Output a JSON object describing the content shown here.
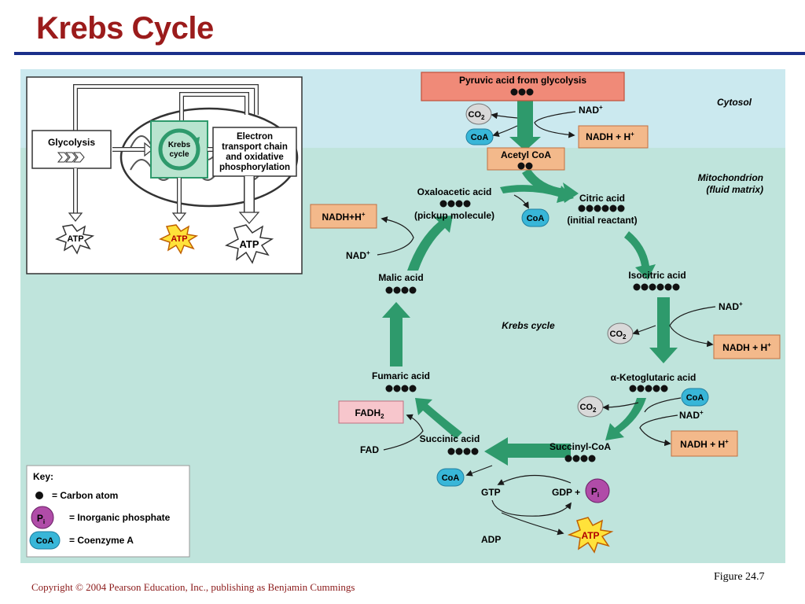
{
  "title": "Krebs Cycle",
  "footer": "Copyright © 2004 Pearson Education, Inc., publishing as Benjamin Cummings",
  "figure_label": "Figure 24.7",
  "regions": {
    "cytosol": "Cytosol",
    "mitochondrion": "Mitochondrion",
    "fluid_matrix": "(fluid matrix)"
  },
  "center_label": "Krebs cycle",
  "overview": {
    "glycolysis": "Glycolysis",
    "krebs_line1": "Krebs",
    "krebs_line2": "cycle",
    "etc_line1": "Electron",
    "etc_line2": "transport chain",
    "etc_line3": "and oxidative",
    "etc_line4": "phosphorylation",
    "atp": "ATP"
  },
  "molecules": {
    "pyruvic": "Pyruvic acid from glycolysis",
    "acetyl": "Acetyl CoA",
    "oxalo_line1": "Oxaloacetic acid",
    "oxalo_line2": "(pickup molecule)",
    "citric_line1": "Citric acid",
    "citric_line2": "(initial reactant)",
    "isocitric": "Isocitric acid",
    "ketoglutaric": "α-Ketoglutaric acid",
    "succinyl": "Succinyl-CoA",
    "succinic": "Succinic acid",
    "fumaric": "Fumaric acid",
    "malic": "Malic acid"
  },
  "cofactors": {
    "co2": "CO",
    "co2_sub": "2",
    "coa": "CoA",
    "nad": "NAD",
    "nad_sup": "+",
    "nadh": "NADH + H",
    "nadh_sup": "+",
    "nadh_compact": "NADH+H",
    "fad": "FAD",
    "fadh": "FADH",
    "fadh_sub": "2",
    "gtp": "GTP",
    "gdp": "GDP +",
    "adp": "ADP",
    "atp": "ATP",
    "pi": "P",
    "pi_sub": "i"
  },
  "key": {
    "title": "Key:",
    "carbon": "= Carbon atom",
    "phosphate": "= Inorganic phosphate",
    "coenzyme": "= Coenzyme A"
  },
  "colors": {
    "title": "#9b1b1b",
    "rule": "#1a2f8a",
    "cytosol": "#cbe9ef",
    "matrix": "#bfe4dc",
    "arrow_green": "#2e9a6c",
    "nadh_box": "#f3b98b",
    "pyruvic_box": "#f08a78",
    "fadh_box": "#f7c6cc",
    "coa": "#38b6d8",
    "pi": "#b04ca8",
    "atp_star": "#ffe23a"
  }
}
